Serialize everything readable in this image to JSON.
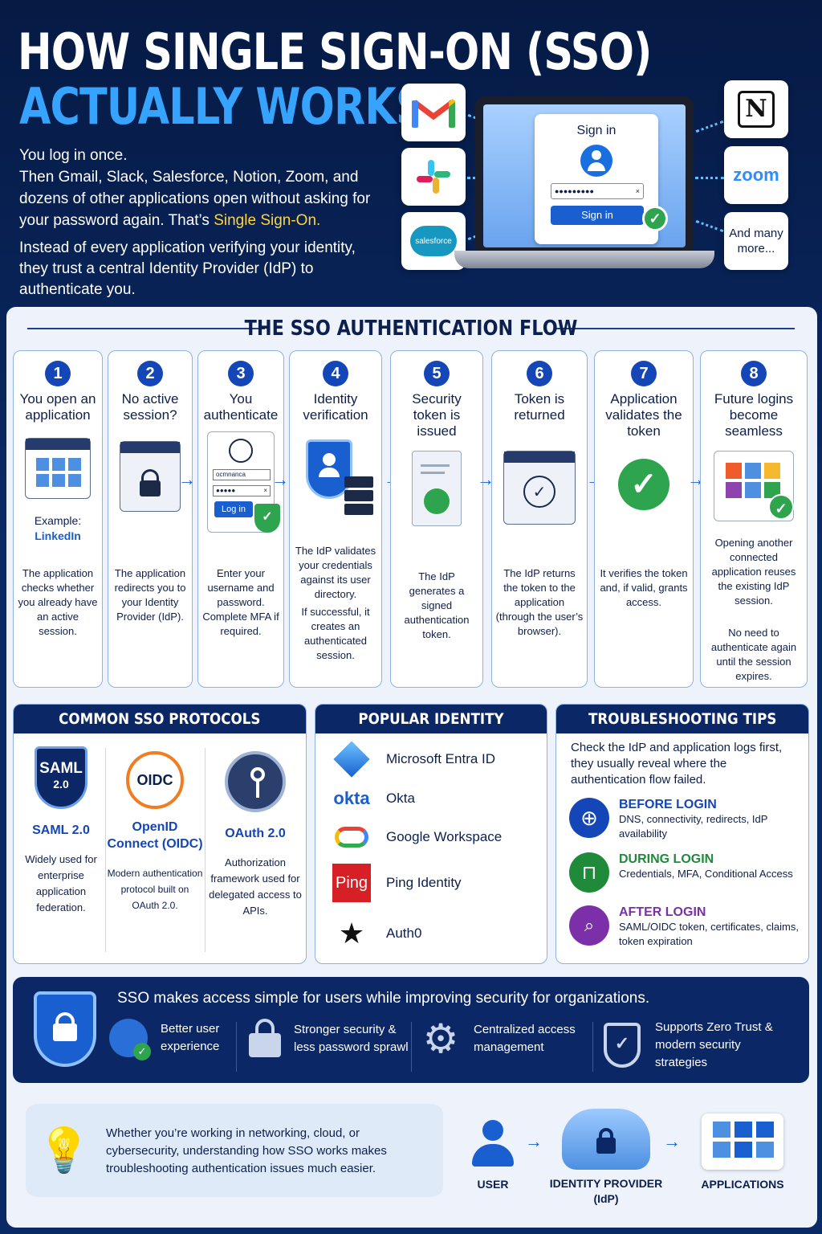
{
  "hero": {
    "title_line1": "HOW SINGLE SIGN-ON (SSO)",
    "title_line2": "ACTUALLY WORKS",
    "intro_line1": "You log in once.",
    "intro_line2_pre": "Then Gmail, Slack, Salesforce, Notion, Zoom, and dozens of other applications open without asking for your password again. That’s ",
    "intro_line2_hl": "Single Sign-On.",
    "intro_para2": "Instead of every application verifying your identity, they trust a central Identity Provider (IdP) to authenticate you.",
    "app_salesforce": "salesforce",
    "app_zoom": "zoom",
    "app_more": "And many more...",
    "signin_title": "Sign in",
    "signin_password": "●●●●●●●●●",
    "signin_clear": "×",
    "signin_button": "Sign in"
  },
  "flow": {
    "title": "THE SSO AUTHENTICATION FLOW",
    "steps": [
      {
        "num": "1",
        "title": "You open an application",
        "extra_label": "Example:",
        "extra_value": "LinkedIn",
        "desc": "The application checks whether you already have an active session."
      },
      {
        "num": "2",
        "title": "No active session?",
        "desc": "The application redirects you to your Identity Provider (IdP)."
      },
      {
        "num": "3",
        "title": "You authenticate",
        "username": "ocmnanca",
        "password": "●●●●●",
        "clear": "×",
        "login": "Log in",
        "desc": "Enter your username and password. Complete MFA if required."
      },
      {
        "num": "4",
        "title": "Identity verification",
        "desc": "The IdP validates your credentials against its user directory.",
        "desc2": "If successful, it creates an authenticated session."
      },
      {
        "num": "5",
        "title": "Security token is issued",
        "desc": "The IdP generates a signed authentication token."
      },
      {
        "num": "6",
        "title": "Token is returned",
        "desc": "The IdP returns the token to the application (through the user’s browser)."
      },
      {
        "num": "7",
        "title": "Application validates the token",
        "desc": "It verifies the token and, if valid, grants access."
      },
      {
        "num": "8",
        "title": "Future logins become seamless",
        "desc": "Opening another connected application reuses the existing IdP session.",
        "desc2": "No need to authenticate again until the session expires."
      }
    ]
  },
  "protocols": {
    "title": "COMMON SSO PROTOCOLS",
    "items": [
      {
        "badge": "SAML",
        "badge2": "2.0",
        "name": "SAML 2.0",
        "desc": "Widely used for enterprise application federation."
      },
      {
        "badge": "OIDC",
        "name": "OpenID Connect (OIDC)",
        "desc": "Modern authentication protocol built on OAuth 2.0."
      },
      {
        "name": "OAuth 2.0",
        "desc": "Authorization framework used for delegated access to APIs."
      }
    ]
  },
  "providers": {
    "title": "POPULAR IDENTITY PROVIDERS",
    "items": [
      {
        "name": "Microsoft Entra ID"
      },
      {
        "logo": "okta",
        "name": "Okta"
      },
      {
        "name": "Google Workspace"
      },
      {
        "logo": "Ping",
        "name": "Ping Identity"
      },
      {
        "name": "Auth0"
      }
    ]
  },
  "tips": {
    "title": "TROUBLESHOOTING TIPS",
    "intro": "Check the IdP and application logs first, they usually reveal where the authentication flow failed.",
    "items": [
      {
        "heading": "BEFORE LOGIN",
        "desc": "DNS, connectivity, redirects, IdP availability",
        "color": "#1446b8"
      },
      {
        "heading": "DURING LOGIN",
        "desc": "Credentials, MFA, Conditional Access",
        "color": "#1f8a3a"
      },
      {
        "heading": "AFTER LOGIN",
        "desc": "SAML/OIDC token, certificates, claims, token expiration",
        "color": "#7b2fa8"
      }
    ]
  },
  "banner": {
    "headline": "SSO makes access simple for users while improving security for organizations.",
    "items": [
      "Better user experience",
      "Stronger security & less password sprawl",
      "Centralized access management",
      "Supports Zero Trust & modern security strategies"
    ]
  },
  "footer": {
    "note": "Whether you’re working in networking, cloud, or cybersecurity, understanding how SSO works makes troubleshooting authentication issues much easier.",
    "user": "USER",
    "idp": "IDENTITY PROVIDER (IdP)",
    "apps": "APPLICATIONS"
  },
  "colors": {
    "navy": "#0c2766",
    "accent": "#36a3ff",
    "highlight": "#ffd43b",
    "success": "#2ea44f"
  }
}
